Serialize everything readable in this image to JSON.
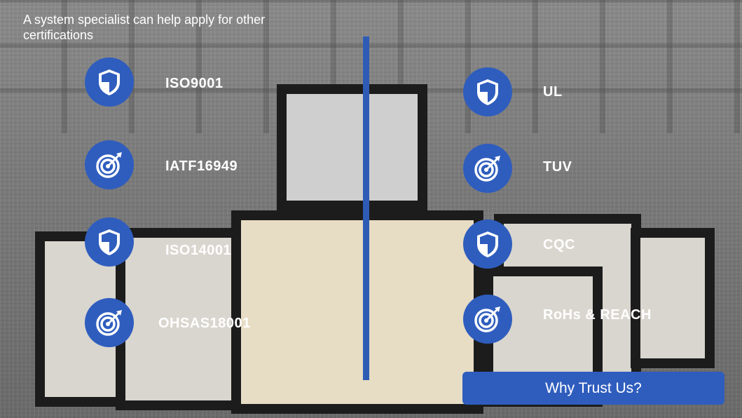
{
  "intro_text": "A system specialist can help apply for other certifications",
  "left_certifications": [
    {
      "label": "ISO9001",
      "icon": "shield-icon"
    },
    {
      "label": "IATF16949",
      "icon": "target-icon"
    },
    {
      "label": "ISO14001",
      "icon": "shield-icon"
    },
    {
      "label": "OHSAS18001",
      "icon": "target-icon"
    }
  ],
  "right_certifications": [
    {
      "label": "UL",
      "icon": "shield-icon"
    },
    {
      "label": "TUV",
      "icon": "target-icon"
    },
    {
      "label": "CQC",
      "icon": "shield-icon"
    },
    {
      "label": "RoHs & REACH",
      "icon": "target-icon"
    }
  ],
  "trust_button_label": "Why Trust Us?",
  "colors": {
    "accent": "#2f5dbe",
    "text": "#ffffff"
  }
}
